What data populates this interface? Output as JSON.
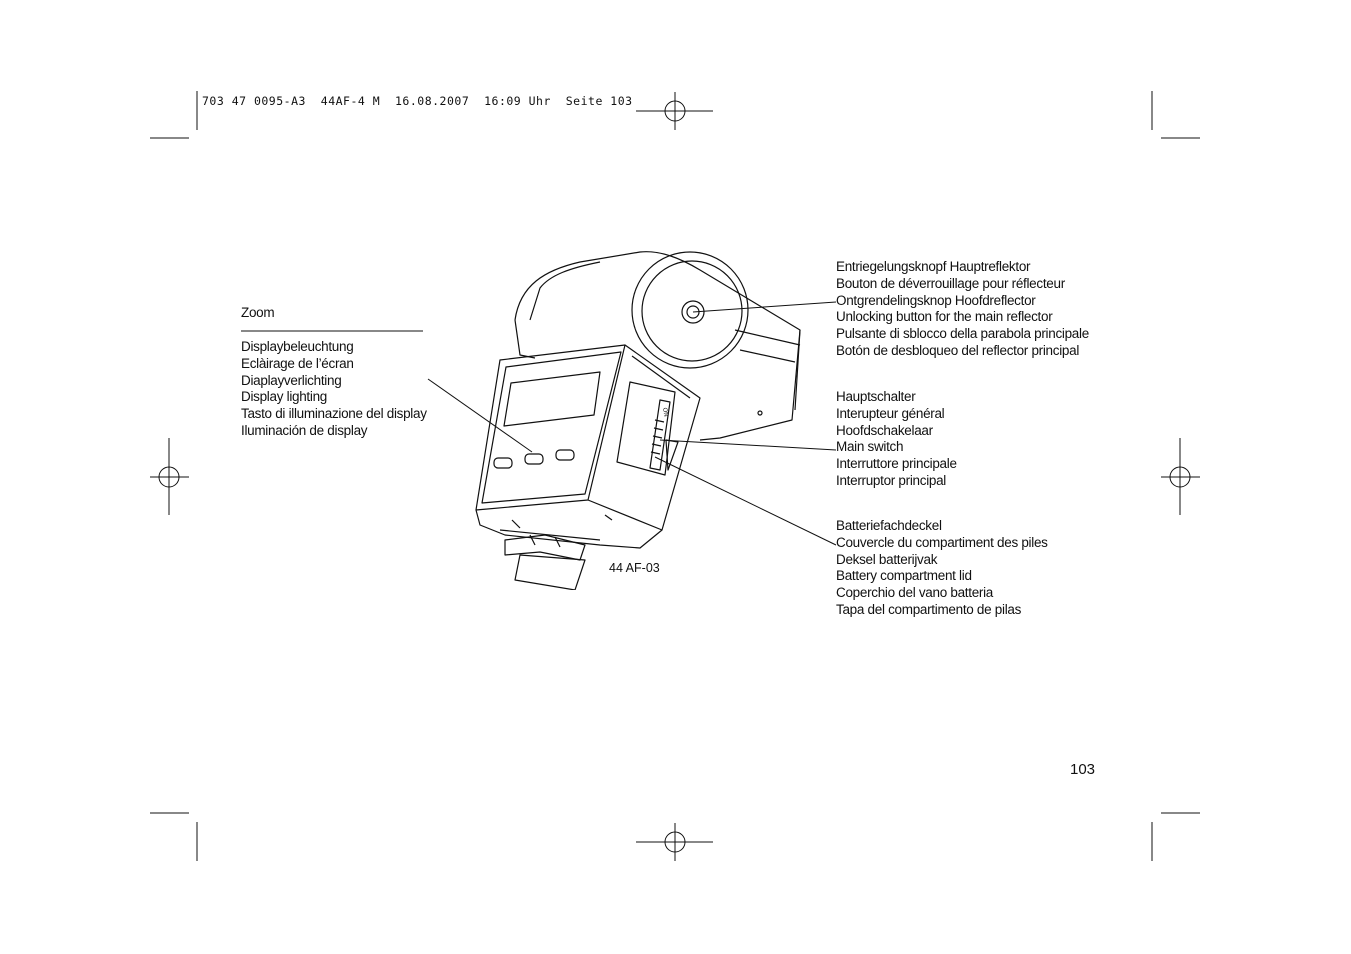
{
  "print_header": "703 47 0095-A3  44AF-4 M  16.08.2007  16:09 Uhr  Seite 103",
  "labels": {
    "zoom": "Zoom",
    "display_lighting": [
      "Displaybeleuchtung",
      "Eclàirage de l’écran",
      "Diaplayverlichting",
      "Display lighting",
      "Tasto di illuminazione del display",
      "Iluminación de display"
    ],
    "reflector_release": [
      "Entriegelungsknopf Hauptreflektor",
      "Bouton de déverrouillage pour réflecteur",
      "Ontgrendelingsknop Hoofdreflector",
      "Unlocking button for the main reflector",
      "Pulsante di sblocco della parabola principale",
      "Botón de desbloqueo del reflector principal"
    ],
    "main_switch": [
      "Hauptschalter",
      "Interupteur général",
      "Hoofdschakelaar",
      "Main switch",
      "Interruttore principale",
      "Interruptor principal"
    ],
    "battery_lid": [
      "Batteriefachdeckel",
      "Couvercle du compartiment des piles",
      "Deksel batterijvak",
      "Battery compartment lid",
      "Coperchio del vano batteria",
      "Tapa del compartimento de pilas"
    ]
  },
  "model_code": "44 AF-03",
  "switch_marking": "ON",
  "page_number": "103"
}
